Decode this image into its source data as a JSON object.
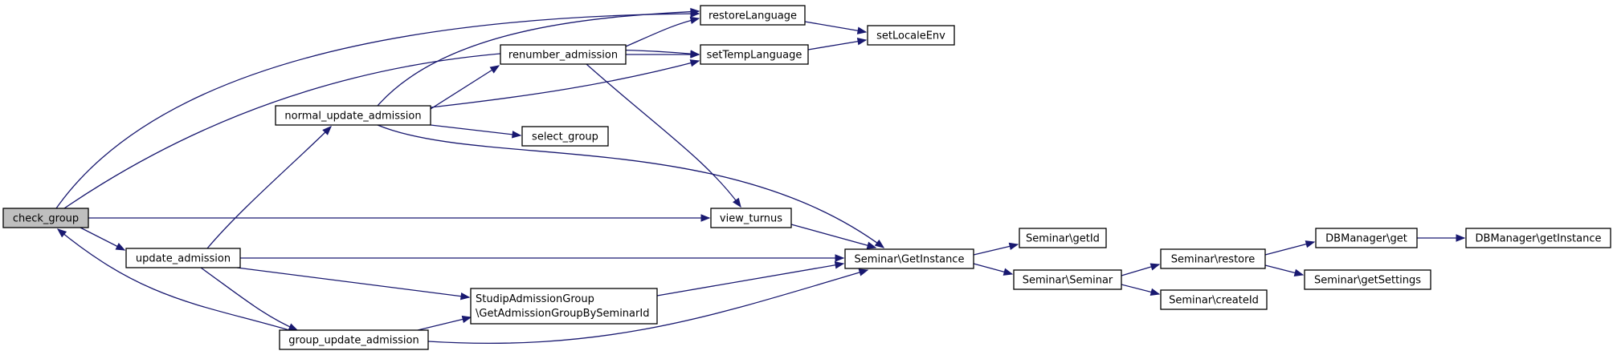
{
  "colors": {
    "edge": "#191970",
    "node_border": "#000000",
    "highlight_fill": "#bfbfbf",
    "background": "#ffffff"
  },
  "nodes": [
    {
      "id": "check_group",
      "label": "check_group",
      "highlight": true
    },
    {
      "id": "update_admission",
      "label": "update_admission"
    },
    {
      "id": "normal_update_admission",
      "label": "normal_update_admission"
    },
    {
      "id": "group_update_admission",
      "label": "group_update_admission"
    },
    {
      "id": "renumber_admission",
      "label": "renumber_admission"
    },
    {
      "id": "select_group",
      "label": "select_group"
    },
    {
      "id": "studip_admission_group",
      "label": "StudipAdmissionGroup",
      "label2": "\\GetAdmissionGroupBySeminarId"
    },
    {
      "id": "restore_language",
      "label": "restoreLanguage"
    },
    {
      "id": "set_temp_language",
      "label": "setTempLanguage"
    },
    {
      "id": "set_locale_env",
      "label": "setLocaleEnv"
    },
    {
      "id": "view_turnus",
      "label": "view_turnus"
    },
    {
      "id": "seminar_get_instance",
      "label": "Seminar\\GetInstance"
    },
    {
      "id": "seminar_get_id",
      "label": "Seminar\\getId"
    },
    {
      "id": "seminar_seminar",
      "label": "Seminar\\Seminar"
    },
    {
      "id": "seminar_restore",
      "label": "Seminar\\restore"
    },
    {
      "id": "seminar_create_id",
      "label": "Seminar\\createId"
    },
    {
      "id": "dbmanager_get",
      "label": "DBManager\\get"
    },
    {
      "id": "seminar_get_settings",
      "label": "Seminar\\getSettings"
    },
    {
      "id": "dbmanager_get_instance",
      "label": "DBManager\\getInstance"
    }
  ],
  "edges": [
    {
      "from": "check_group",
      "to": "restore_language"
    },
    {
      "from": "check_group",
      "to": "set_temp_language"
    },
    {
      "from": "check_group",
      "to": "view_turnus"
    },
    {
      "from": "check_group",
      "to": "update_admission"
    },
    {
      "from": "update_admission",
      "to": "normal_update_admission"
    },
    {
      "from": "update_admission",
      "to": "seminar_get_instance"
    },
    {
      "from": "update_admission",
      "to": "studip_admission_group"
    },
    {
      "from": "update_admission",
      "to": "group_update_admission"
    },
    {
      "from": "group_update_admission",
      "to": "check_group"
    },
    {
      "from": "group_update_admission",
      "to": "studip_admission_group"
    },
    {
      "from": "group_update_admission",
      "to": "seminar_get_instance"
    },
    {
      "from": "normal_update_admission",
      "to": "restore_language"
    },
    {
      "from": "normal_update_admission",
      "to": "renumber_admission"
    },
    {
      "from": "normal_update_admission",
      "to": "set_temp_language"
    },
    {
      "from": "normal_update_admission",
      "to": "select_group"
    },
    {
      "from": "normal_update_admission",
      "to": "seminar_get_instance"
    },
    {
      "from": "renumber_admission",
      "to": "restore_language"
    },
    {
      "from": "renumber_admission",
      "to": "set_temp_language"
    },
    {
      "from": "renumber_admission",
      "to": "view_turnus"
    },
    {
      "from": "restore_language",
      "to": "set_locale_env"
    },
    {
      "from": "set_temp_language",
      "to": "set_locale_env"
    },
    {
      "from": "view_turnus",
      "to": "seminar_get_instance"
    },
    {
      "from": "studip_admission_group",
      "to": "seminar_get_instance"
    },
    {
      "from": "seminar_get_instance",
      "to": "seminar_get_id"
    },
    {
      "from": "seminar_get_instance",
      "to": "seminar_seminar"
    },
    {
      "from": "seminar_seminar",
      "to": "seminar_restore"
    },
    {
      "from": "seminar_seminar",
      "to": "seminar_create_id"
    },
    {
      "from": "seminar_restore",
      "to": "dbmanager_get"
    },
    {
      "from": "seminar_restore",
      "to": "seminar_get_settings"
    },
    {
      "from": "dbmanager_get",
      "to": "dbmanager_get_instance"
    }
  ]
}
